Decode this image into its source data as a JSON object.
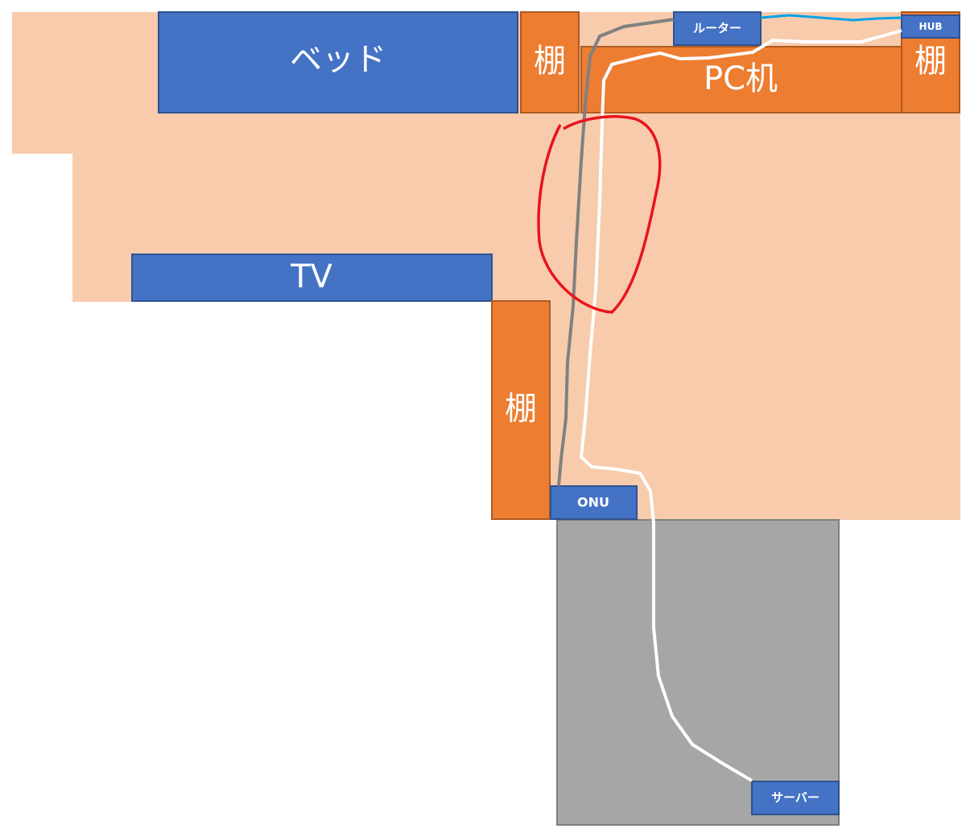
{
  "labels": {
    "bed": "ベッド",
    "shelf_top": "棚",
    "pc_desk": "PC机",
    "shelf_right": "棚",
    "router": "ルーター",
    "hub": "HUB",
    "tv": "TV",
    "shelf_middle": "棚",
    "onu": "ONU",
    "server": "サーバー"
  },
  "colors": {
    "floor": "#F8CBAD",
    "furniture_blue": "#4472C4",
    "furniture_orange": "#ED7D31",
    "outside_area": "#A6A6A6",
    "cable_gray": "#808080",
    "cable_white": "#FFFFFF",
    "cable_blue": "#00A2E8",
    "highlight_circle": "#E8141C"
  }
}
